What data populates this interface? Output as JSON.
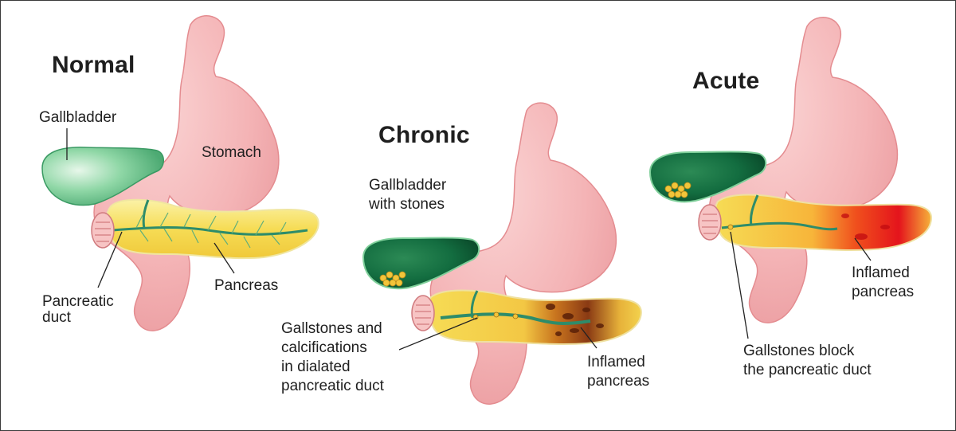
{
  "panels": {
    "normal": {
      "heading": "Normal",
      "labels": {
        "gallbladder": "Gallbladder",
        "stomach": "Stomach",
        "pancreas": "Pancreas",
        "duct_line1": "Pancreatic",
        "duct_line2": "duct"
      }
    },
    "chronic": {
      "heading": "Chronic",
      "labels": {
        "gallbladder_line1": "Gallbladder",
        "gallbladder_line2": "with stones",
        "stones_line1": "Gallstones and",
        "stones_line2": "calcifications",
        "stones_line3": "in dialated",
        "stones_line4": "pancreatic duct",
        "inflamed_line1": "Inflamed",
        "inflamed_line2": "pancreas"
      }
    },
    "acute": {
      "heading": "Acute",
      "labels": {
        "inflamed_line1": "Inflamed",
        "inflamed_line2": "pancreas",
        "block_line1": "Gallstones block",
        "block_line2": "the pancreatic duct"
      }
    }
  },
  "colors": {
    "stomach": "#f4b4b6",
    "stomach_shade": "#eb9094",
    "gallbladder_normal": "#7fcf9a",
    "gallbladder_dark": "#0f5a35",
    "pancreas_yellow": "#f7df5a",
    "duct": "#2e8c6a",
    "inflamed_red": "#e8141e",
    "necrotic_brown": "#6b2a10",
    "stones": "#f2c53a"
  }
}
